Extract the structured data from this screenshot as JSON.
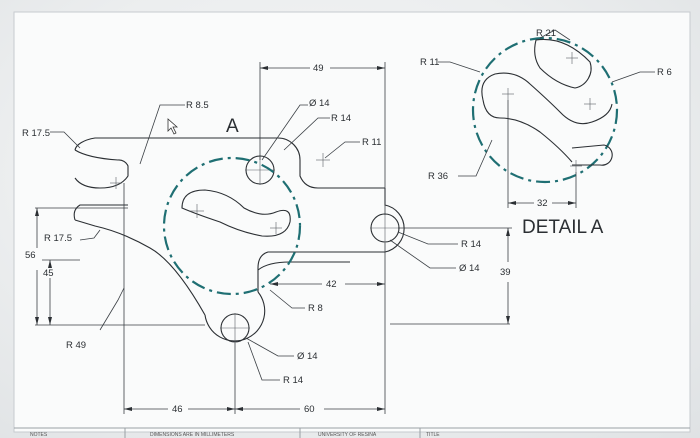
{
  "view_label": "A",
  "detail_title": "DETAIL A",
  "dims": {
    "r85": "R 8.5",
    "r175_top": "R 17.5",
    "r175_mid": "R 17.5",
    "d14_top": "Ø 14",
    "r14_top": "R 14",
    "r11_mid": "R 11",
    "d49": "49",
    "d56": "56",
    "d45": "45",
    "r49": "R 49",
    "d42": "42",
    "r8": "R 8",
    "d14_bottom": "Ø 14",
    "r14_bottom": "R 14",
    "d46": "46",
    "d60": "60",
    "r14_right": "R 14",
    "d14_right": "Ø 14",
    "d39": "39",
    "r11_detail": "R 11",
    "r21": "R 21",
    "r6": "R 6",
    "r36": "R 36",
    "d32": "32"
  },
  "title_block": {
    "notes": "NOTES",
    "units": "DIMENSIONS ARE IN MILLIMETERS",
    "university": "UNIVERSITY OF RESINA",
    "title": "TITLE"
  }
}
